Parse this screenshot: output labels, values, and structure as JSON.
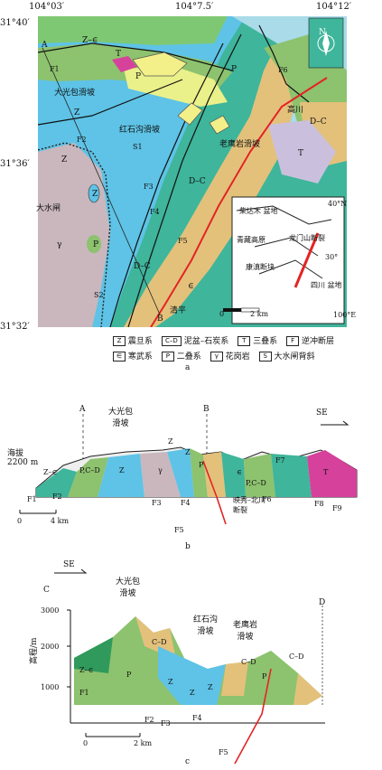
{
  "panel_a": {
    "lon_ticks": [
      "104°03′",
      "104°7.5′",
      "104°12′"
    ],
    "lat_ticks": [
      "31°40′",
      "31°36′",
      "31°32′"
    ],
    "north": "N",
    "places": {
      "daguangbao": "大光包滑坡",
      "hongshigou": "红石沟滑坡",
      "laoyingyan": "老鹰岩滑坡",
      "gaochuan": "高川",
      "dashuizha": "大水闸",
      "qingping": "清平"
    },
    "section_points": {
      "A": "A",
      "B": "B"
    },
    "unit_labels": {
      "Z": "Z",
      "P": "P",
      "T": "T",
      "DC": "D–C",
      "E": "∈",
      "Y": "γ",
      "ZE": "Z–∈"
    },
    "fault_labels": [
      "F1",
      "F2",
      "F3",
      "F4",
      "F5",
      "F6"
    ],
    "s_labels": [
      "S1",
      "S2"
    ],
    "inset": {
      "lat": "40°N",
      "lon": "100°E",
      "deg30": "30°",
      "qaidam": "柴达木\n盆地",
      "plateau": "青藏高原",
      "longmen": "龙门山断裂",
      "kangdian": "康滇断块",
      "sichuan": "四川\n盆地"
    },
    "scale": {
      "zero": "0",
      "two": "2 km"
    },
    "legend": [
      {
        "sym": "Z",
        "label": "震旦系",
        "color": "#ffffff"
      },
      {
        "sym": "C–D",
        "label": "泥盆–石炭系",
        "color": "#ffffff"
      },
      {
        "sym": "T",
        "label": "三叠系",
        "color": "#ffffff"
      },
      {
        "sym": "F",
        "label": "逆冲断层",
        "color": "#ffffff"
      },
      {
        "sym": "∈",
        "label": "寒武系",
        "color": "#ffffff"
      },
      {
        "sym": "P",
        "label": "二叠系",
        "color": "#ffffff"
      },
      {
        "sym": "γ",
        "label": "花岗岩",
        "color": "#ffffff"
      },
      {
        "sym": "S",
        "label": "大水闸背斜",
        "color": "#ffffff"
      }
    ],
    "caption": "a"
  },
  "panel_b": {
    "A": "A",
    "B": "B",
    "SE": "SE",
    "altitude": "海拔\n2200 m",
    "daguangbao": "大光包\n滑坡",
    "fault_name": "映秀–北川\n断裂",
    "units": [
      "Z–∈",
      "P,C–D",
      "Z",
      "γ",
      "Z",
      "Z",
      "P",
      "∈",
      "P,C–D",
      "T"
    ],
    "faults": [
      "F1",
      "F2",
      "F3",
      "F4",
      "F5",
      "F6",
      "F7",
      "F8",
      "F9"
    ],
    "scale": {
      "zero": "0",
      "four": "4 km"
    },
    "caption": "b"
  },
  "panel_c": {
    "C": "C",
    "D": "D",
    "SE": "SE",
    "ylabel": "高程/m",
    "y_ticks": [
      "3000",
      "2000",
      "1000"
    ],
    "daguangbao": "大光包\n滑坡",
    "hongshigou": "红石沟\n滑坡",
    "laoyingyan": "老鹰岩\n滑坡",
    "units": [
      "Z–∈",
      "P",
      "C–D",
      "Z",
      "Z",
      "Z",
      "C–D",
      "P",
      "C–D"
    ],
    "faults": [
      "F1",
      "F2",
      "F3",
      "F4",
      "F5"
    ],
    "scale": {
      "zero": "0",
      "two": "2 km"
    },
    "caption": "c"
  }
}
